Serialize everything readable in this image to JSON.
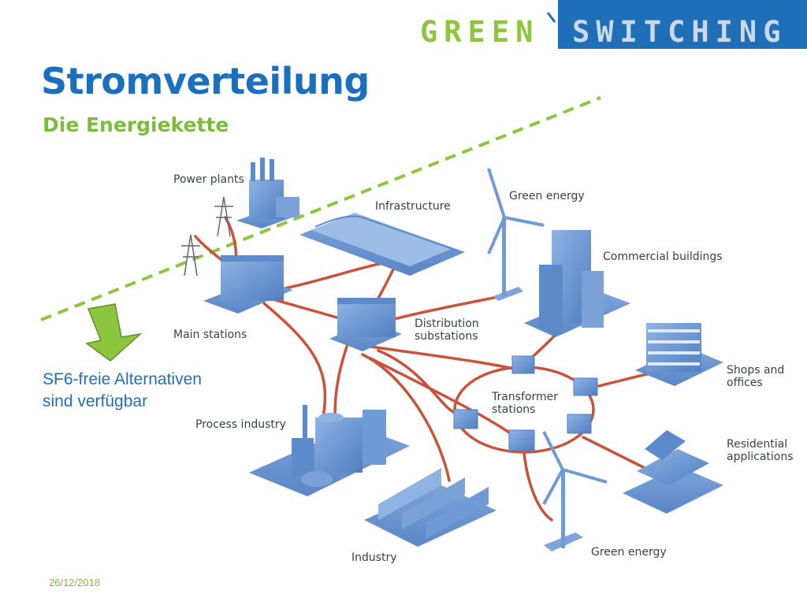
{
  "logo": {
    "word1": "GREEN",
    "word2": "SWITCHING"
  },
  "title": "Stromverteilung",
  "subtitle": "Die Energiekette",
  "note": {
    "line1": "SF6-freie Alternativen",
    "line2": "sind verfügbar"
  },
  "date": "26/12/2018",
  "labels": {
    "power_plants": "Power plants",
    "infrastructure": "Infrastructure",
    "green_energy_top": "Green energy",
    "commercial_buildings": "Commercial buildings",
    "main_stations": "Main stations",
    "distribution_1": "Distribution",
    "distribution_2": "substations",
    "shops_1": "Shops and",
    "shops_2": "offices",
    "transformer_1": "Transformer",
    "transformer_2": "stations",
    "process_industry": "Process industry",
    "residential_1": "Residential",
    "residential_2": "applications",
    "industry": "Industry",
    "green_energy_bottom": "Green energy"
  },
  "colors": {
    "brand_blue": "#1f6fb8",
    "brand_green": "#8cc63f",
    "cable_red": "#c9533a",
    "building_blue": "#6e9bd6"
  }
}
